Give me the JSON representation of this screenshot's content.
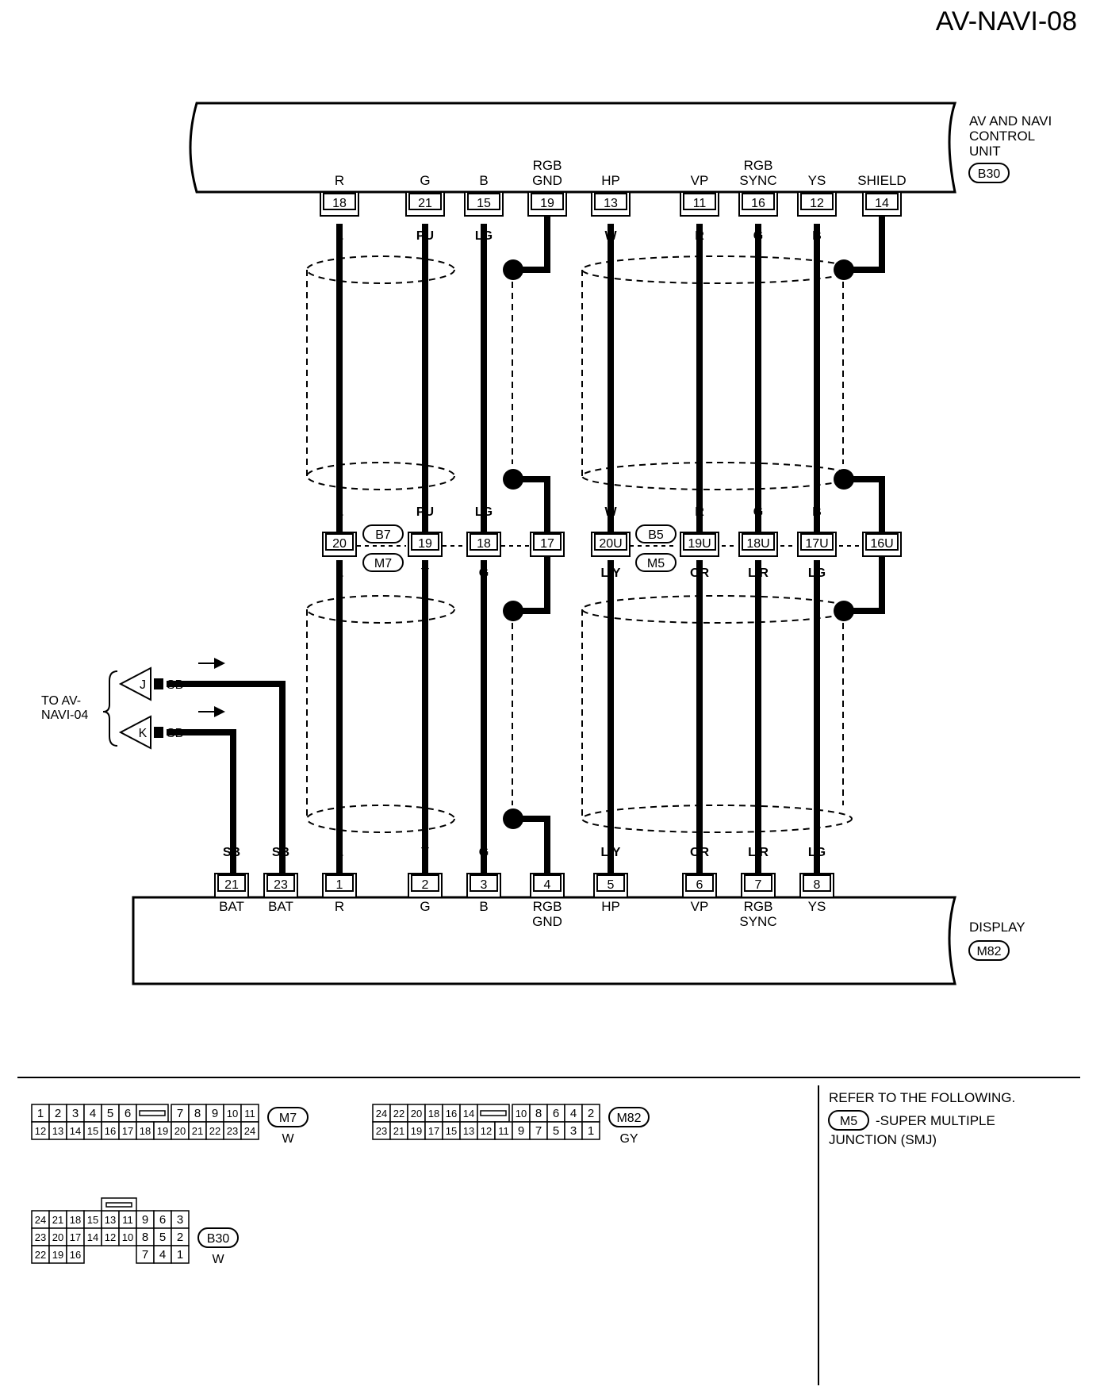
{
  "page_code": "AV-NAVI-08",
  "top_unit": {
    "name_lines": [
      "AV AND NAVI",
      "CONTROL",
      "UNIT"
    ],
    "connector": "B30",
    "pins": [
      {
        "pin": "18",
        "func": [
          "R"
        ],
        "wire": "L"
      },
      {
        "pin": "21",
        "func": [
          "G"
        ],
        "wire": "PU"
      },
      {
        "pin": "15",
        "func": [
          "B"
        ],
        "wire": "LG"
      },
      {
        "pin": "19",
        "func": [
          "RGB",
          "GND"
        ],
        "wire": ""
      },
      {
        "pin": "13",
        "func": [
          "HP"
        ],
        "wire": "W"
      },
      {
        "pin": "11",
        "func": [
          "VP"
        ],
        "wire": "R"
      },
      {
        "pin": "16",
        "func": [
          "RGB",
          "SYNC"
        ],
        "wire": "G"
      },
      {
        "pin": "12",
        "func": [
          "YS"
        ],
        "wire": "B"
      },
      {
        "pin": "14",
        "func": [
          "SHIELD"
        ],
        "wire": ""
      }
    ]
  },
  "junction": {
    "pins": [
      {
        "pin": "20",
        "upper": "L",
        "lower": "L"
      },
      {
        "pin": "19",
        "upper": "PU",
        "lower": "Y"
      },
      {
        "pin": "18",
        "upper": "LG",
        "lower": "G"
      },
      {
        "pin": "17",
        "upper": "",
        "lower": ""
      },
      {
        "pin": "20U",
        "upper": "W",
        "lower": "L/Y"
      },
      {
        "pin": "19U",
        "upper": "R",
        "lower": "OR"
      },
      {
        "pin": "18U",
        "upper": "G",
        "lower": "L/R"
      },
      {
        "pin": "17U",
        "upper": "B",
        "lower": "LG"
      },
      {
        "pin": "16U",
        "upper": "",
        "lower": ""
      }
    ],
    "left_connectors": [
      "B7",
      "M7"
    ],
    "right_connectors": [
      "B5",
      "M5"
    ]
  },
  "side_note": {
    "text_lines": [
      "TO AV-",
      "NAVI-04"
    ],
    "items": [
      {
        "letter": "J",
        "wire": "SB"
      },
      {
        "letter": "K",
        "wire": "SB"
      }
    ]
  },
  "bottom_unit": {
    "name": "DISPLAY",
    "connector": "M82",
    "pins": [
      {
        "pin": "21",
        "func": [
          "BAT"
        ],
        "wire": "SB"
      },
      {
        "pin": "23",
        "func": [
          "BAT"
        ],
        "wire": "SB"
      },
      {
        "pin": "1",
        "func": [
          "R"
        ],
        "wire": "L"
      },
      {
        "pin": "2",
        "func": [
          "G"
        ],
        "wire": "Y"
      },
      {
        "pin": "3",
        "func": [
          "B"
        ],
        "wire": "G"
      },
      {
        "pin": "4",
        "func": [
          "RGB",
          "GND"
        ],
        "wire": ""
      },
      {
        "pin": "5",
        "func": [
          "HP"
        ],
        "wire": "L/Y"
      },
      {
        "pin": "6",
        "func": [
          "VP"
        ],
        "wire": "OR"
      },
      {
        "pin": "7",
        "func": [
          "RGB",
          "SYNC"
        ],
        "wire": "L/R"
      },
      {
        "pin": "8",
        "func": [
          "YS"
        ],
        "wire": "LG"
      }
    ]
  },
  "connector_faces": [
    {
      "id": "M7",
      "color": "W",
      "rows": [
        [
          "1",
          "2",
          "3",
          "4",
          "5",
          "6",
          "",
          "7",
          "8",
          "9",
          "10",
          "11"
        ],
        [
          "12",
          "13",
          "14",
          "15",
          "16",
          "17",
          "18",
          "19",
          "20",
          "21",
          "22",
          "23",
          "24"
        ]
      ]
    },
    {
      "id": "M82",
      "color": "GY",
      "rows": [
        [
          "24",
          "22",
          "20",
          "18",
          "16",
          "14",
          "",
          "10",
          "8",
          "6",
          "4",
          "2"
        ],
        [
          "23",
          "21",
          "19",
          "17",
          "15",
          "13",
          "12",
          "11",
          "9",
          "7",
          "5",
          "3",
          "1"
        ]
      ]
    },
    {
      "id": "B30",
      "color": "W",
      "rows": [
        [
          "24",
          "21",
          "18",
          "15",
          "13",
          "11",
          "9",
          "6",
          "3"
        ],
        [
          "23",
          "20",
          "17",
          "14",
          "12",
          "10",
          "8",
          "5",
          "2"
        ],
        [
          "22",
          "19",
          "16",
          "7",
          "4",
          "1"
        ]
      ]
    }
  ],
  "refer": {
    "heading": "REFER TO THE FOLLOWING.",
    "connector": "M5",
    "desc_lines": [
      "-SUPER MULTIPLE",
      "JUNCTION (SMJ)"
    ]
  }
}
